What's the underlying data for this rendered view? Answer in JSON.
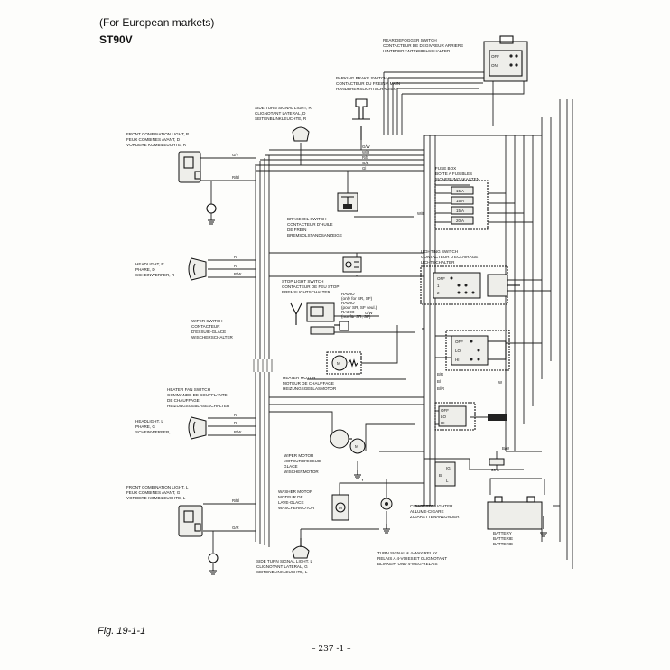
{
  "header": {
    "market": "(For European markets)",
    "model": "ST90V"
  },
  "footer": {
    "figure": "Fig. 19-1-1",
    "page_number": "– 237 -1 –"
  },
  "components": {
    "rear_defogger_switch": [
      "REAR DEFOGGER SWITCH",
      "CONTACTEUR DE DEGIVREUR ARRIERE",
      "HINTERER ANTINEBELSCHALTER"
    ],
    "parking_brake_switch": [
      "PARKING BRAKE SWITCH",
      "CONTACTEUR DU FREIN A MAIN",
      "HANDBREMSLICHTSCHALTER"
    ],
    "side_turn_signal_r": [
      "SIDE TURN SIGNAL LIGHT, R",
      "CLIGNOTANT LATERAL, D",
      "SEITENBLINKLEUCHTE, R"
    ],
    "front_combination_r": [
      "FRONT COMBINATION LIGHT, R",
      "FEUX COMBINES AVANT, D",
      "VORDERE KOMBILEUCHTE, R"
    ],
    "fuse_box": [
      "FUSE BOX",
      "BOITE A FUSIBLES",
      "SICHERUNGSKASTEN"
    ],
    "brake_oil_switch": [
      "BRAKE OIL SWITCH",
      "CONTACTEUR D'HUILE",
      "DE FREIN",
      "BREMSOLSTANDSANZEIGE"
    ],
    "lighting_switch": [
      "LIGHTING SWITCH",
      "CONTACTEUR D'ECLAIRAGE",
      "LICHTSCHALTER"
    ],
    "headlight_r": [
      "HEADLIGHT, R",
      "PHARE, D",
      "SCHEINWERFER, R"
    ],
    "stop_light_switch": [
      "STOP LIGHT SWITCH",
      "CONTACTEUR DE FEU STOP",
      "BREMSLICHTSCHALTER"
    ],
    "radio": [
      "RADIO",
      "(only for SR, SF)",
      "RADIO",
      "(pour SR, SF seul.)",
      "RADIO",
      "(nur für SR, SF)"
    ],
    "wiper_switch": [
      "WIPER SWITCH",
      "CONTACTEUR",
      "D'ESSUIE-GLACE",
      "WISCHERSCHALTER"
    ],
    "heater_motor": [
      "HEATER MOTOR",
      "MOTEUR DE CHAUFFAGE",
      "HEIZUNGSGEBLASMOTOR"
    ],
    "heater_fan_switch": [
      "HEATER FAN SWITCH",
      "COMMANDE DE SOUFFLANTE",
      "DE CHAUFFAGE",
      "HEIZUNGSGEBLASESCHALTER"
    ],
    "headlight_l": [
      "HEADLIGHT, L",
      "PHARE, G",
      "SCHEINWERFER, L"
    ],
    "wiper_motor": [
      "WIPER MOTOR",
      "MOTEUR D'ESSUIE-",
      "GLACE",
      "WISCHERMOTOR"
    ],
    "front_combination_l": [
      "FRONT COMBINATION LIGHT, L",
      "FEUX COMBINES AVANT, G",
      "VORDERE KOMBILEUCHTE, L"
    ],
    "washer_motor": [
      "WASHER MOTOR",
      "MOTEUR DE",
      "LAVE-GLACE",
      "WASCHERMOTOR"
    ],
    "cigarette_lighter": [
      "CIGARETTE LIGHTER",
      "ALLUME-CIGARE",
      "ZIGARETTENANZUNDER"
    ],
    "battery": [
      "BATTERY",
      "BATTERIE",
      "BATTERIE"
    ],
    "side_turn_signal_l": [
      "SIDE TURN SIGNAL LIGHT, L",
      "CLIGNOTANT LATERAL, G",
      "SEITENBLINKLEUCHTE, L"
    ],
    "turn_signal_relay": [
      "TURN SIGNAL & 4-WAY RELAY",
      "RELAIS A 4-VOIES ET CLIGNOTANT",
      "BLINKER- UND 4-WEG-RELAIS"
    ]
  },
  "fuses": [
    "15 A",
    "15 A",
    "15 A",
    "20 A"
  ],
  "fuse_30a": "30 A",
  "wire_codes": {
    "gy": "G/Y",
    "rbl_r": "R/Bl",
    "r1": "R",
    "r2": "R",
    "rw": "R/W",
    "r3": "R",
    "r4": "R",
    "rw2": "R/W",
    "rbl_l": "R/Bl",
    "gr": "G/R",
    "gw": "G/W",
    "wb": "W/B",
    "gw2": "G/W",
    "br": "B/R",
    "b1": "B",
    "bl": "Bl",
    "blr": "Bl/R",
    "bw": "B/W",
    "w": "W",
    "y": "Y",
    "wr": "W/R",
    "rb": "R/B",
    "gb": "G/B",
    "gl": "Gl"
  },
  "switch_positions": {
    "defogger": [
      "OFF",
      "ON"
    ],
    "lighting": [
      "OFF",
      "1",
      "2"
    ],
    "wiper": [
      "OFF",
      "LO",
      "HI"
    ],
    "heater_fan": [
      "OFF",
      "LO",
      "HI"
    ],
    "relay_terminals": [
      "IG",
      "B",
      "L"
    ]
  }
}
